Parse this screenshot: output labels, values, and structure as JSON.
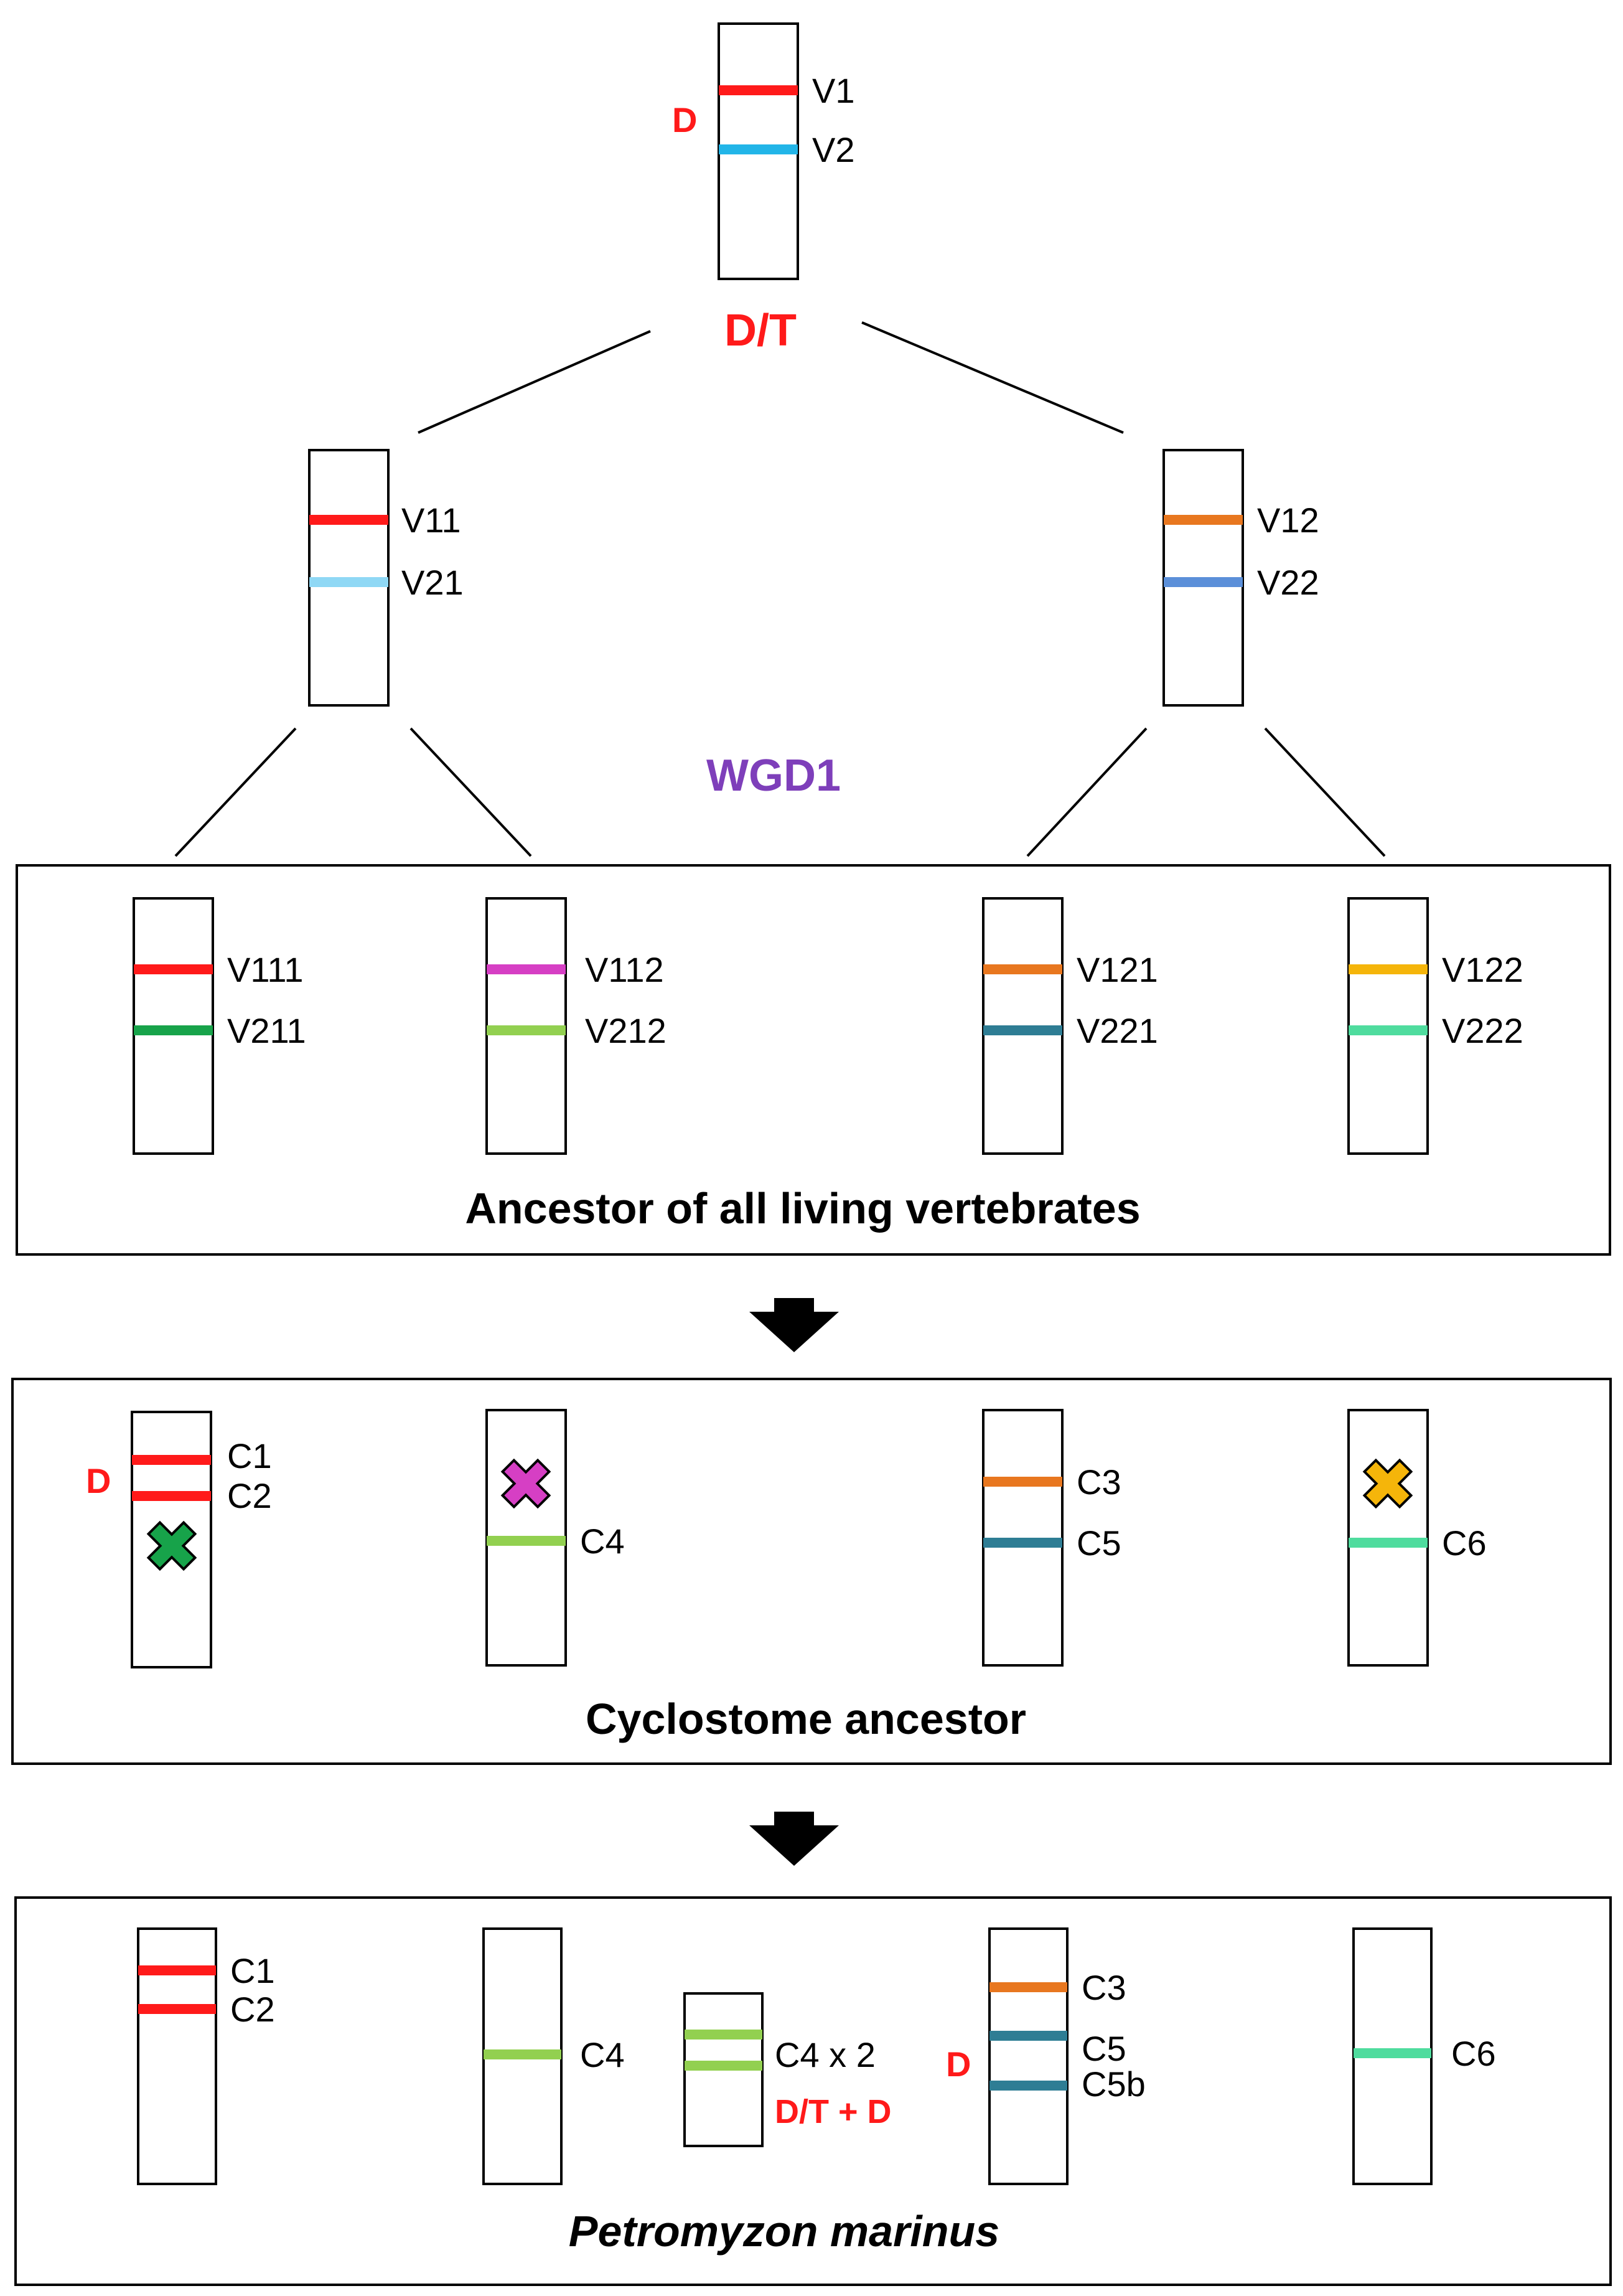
{
  "colors": {
    "red": "#ff1a1a",
    "light_blue": "#22b5e8",
    "pale_blue": "#8fd8f5",
    "orange": "#e8771f",
    "cornflower": "#5b8fd9",
    "green": "#17a34a",
    "magenta": "#d63fc4",
    "lime": "#92d050",
    "teal": "#2e7d94",
    "amber": "#f5b50a",
    "mint": "#4fdc9e",
    "purple": "#7e3fba",
    "outline": "#000000"
  },
  "root": {
    "labels": [
      "V1",
      "V2"
    ],
    "duplication_mark": "D",
    "event": "D/T"
  },
  "level1": [
    {
      "labels": [
        "V11",
        "V21"
      ]
    },
    {
      "labels": [
        "V12",
        "V22"
      ]
    }
  ],
  "wgd_label": "WGD1",
  "panel_ancestor": {
    "title": "Ancestor of all living vertebrates",
    "chromosomes": [
      {
        "labels": [
          "V111",
          "V211"
        ]
      },
      {
        "labels": [
          "V112",
          "V212"
        ]
      },
      {
        "labels": [
          "V121",
          "V221"
        ]
      },
      {
        "labels": [
          "V122",
          "V222"
        ]
      }
    ]
  },
  "panel_cyclostome": {
    "title": "Cyclostome ancestor",
    "duplication_mark": "D",
    "chromosomes": [
      {
        "labels": [
          "C1",
          "C2"
        ],
        "lost_icon": "cross-icon"
      },
      {
        "labels": [
          "C4"
        ],
        "lost_icon": "cross-icon"
      },
      {
        "labels": [
          "C3",
          "C5"
        ]
      },
      {
        "labels": [
          "C6"
        ],
        "lost_icon": "cross-icon"
      }
    ]
  },
  "panel_lamprey": {
    "title": "Petromyzon marinus",
    "duplication_mark": "D",
    "event": "D/T + D",
    "chromosomes": [
      {
        "labels": [
          "C1",
          "C2"
        ]
      },
      {
        "labels": [
          "C4"
        ]
      },
      {
        "labels": [
          "C4 x 2"
        ]
      },
      {
        "labels": [
          "C3",
          "C5",
          "C5b"
        ]
      },
      {
        "labels": [
          "C6"
        ]
      }
    ]
  }
}
